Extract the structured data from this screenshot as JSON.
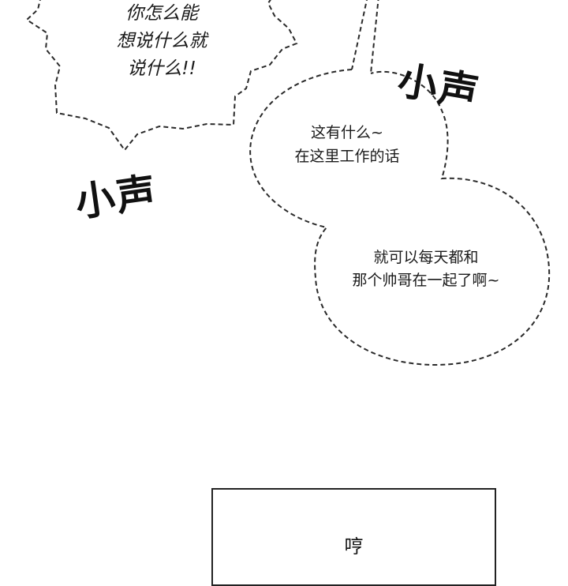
{
  "speech": {
    "spiky_bubble": {
      "line1": "你怎么能",
      "line2": "想说什么就",
      "line3": "说什么!!"
    },
    "round_bubble_top": {
      "line1": "这有什么~",
      "line2": "在这里工作的话"
    },
    "round_bubble_bottom": {
      "line1": "就可以每天都和",
      "line2": "那个帅哥在一起了啊~"
    }
  },
  "sound_effects": {
    "left": "小声",
    "right": "小声"
  },
  "panel_box": {
    "text": "哼"
  }
}
